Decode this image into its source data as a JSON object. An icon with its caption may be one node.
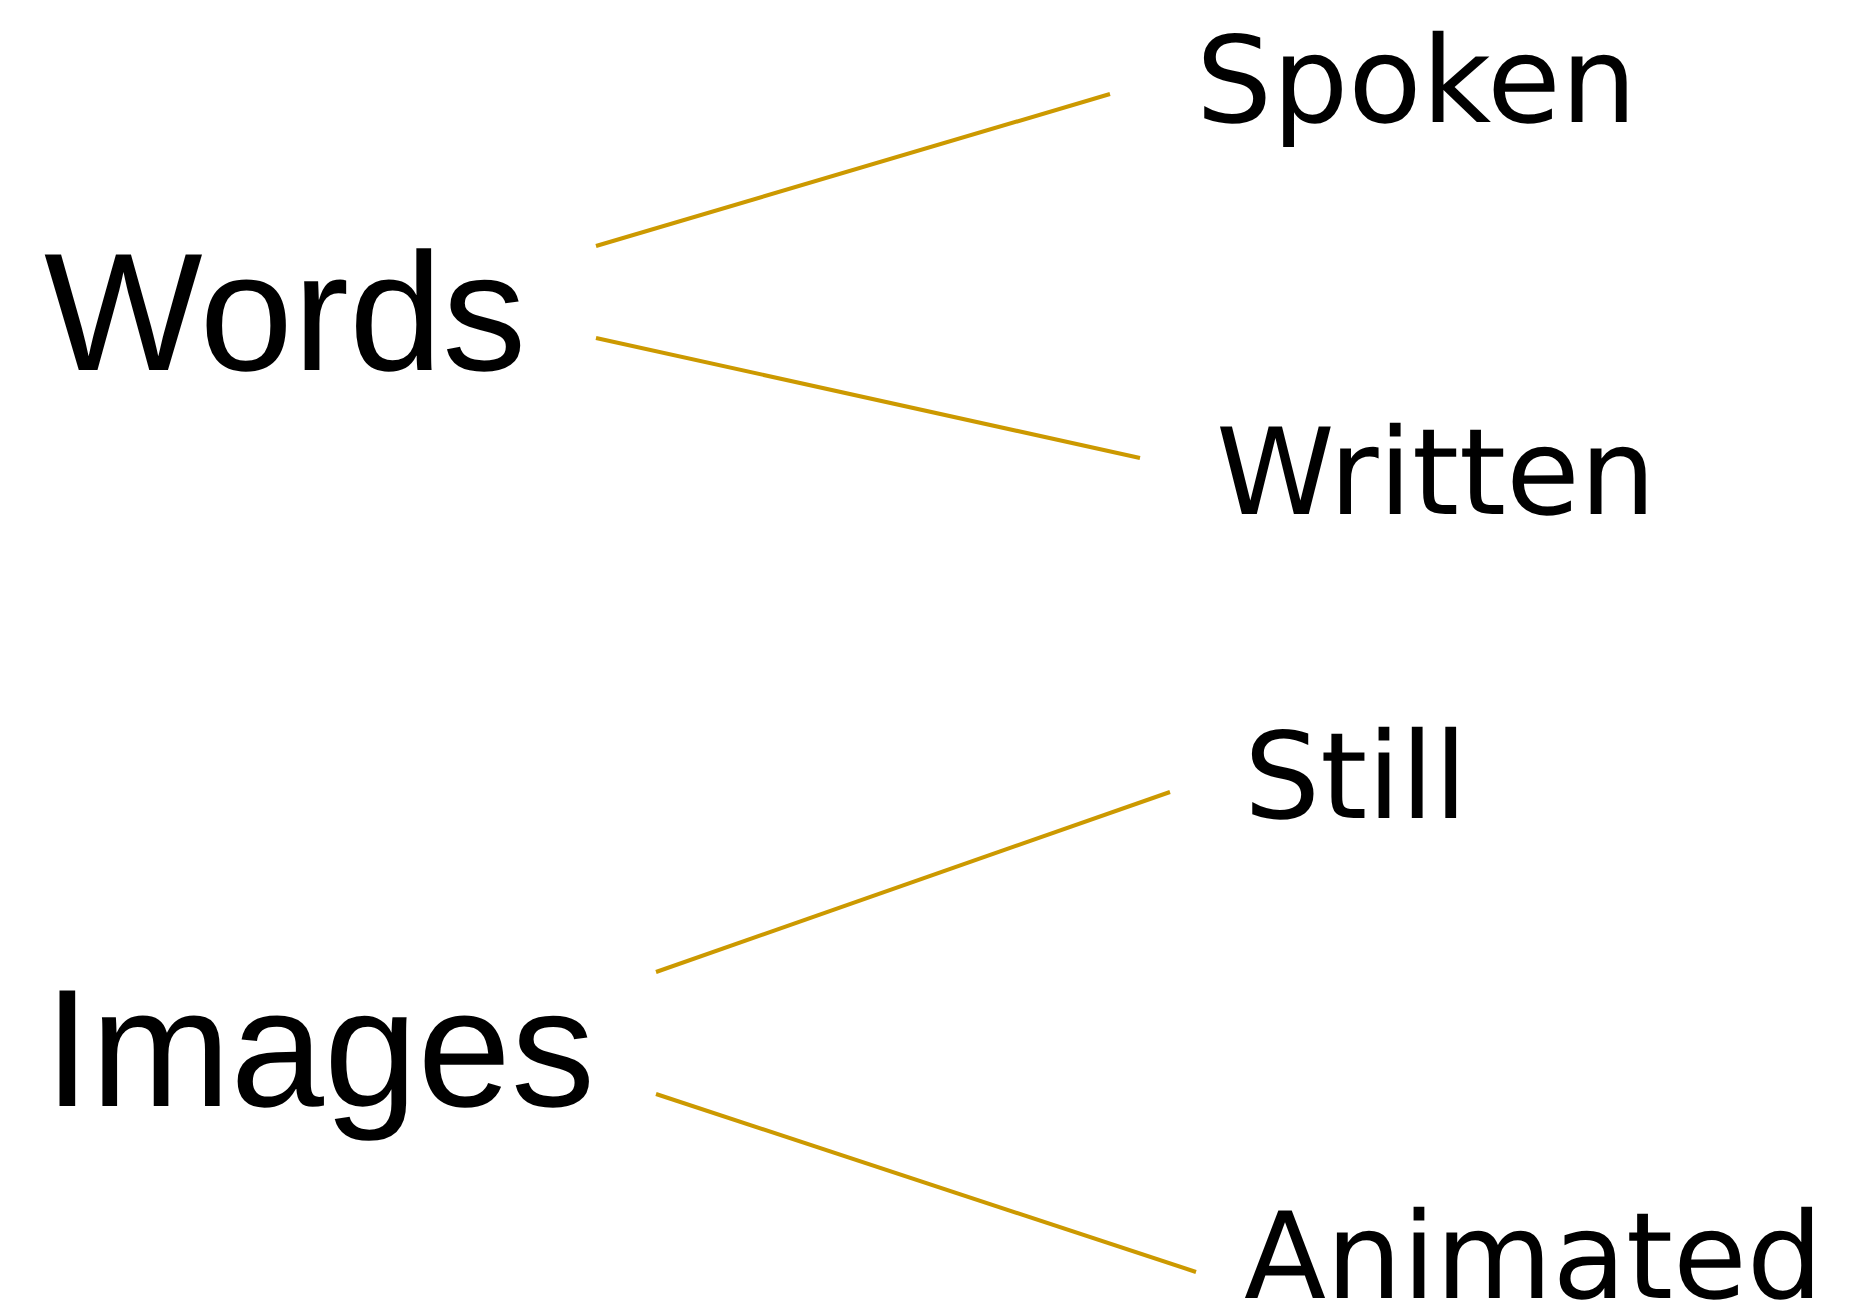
{
  "diagram": {
    "nodes": [
      {
        "text": [
          "Words"
        ]
      },
      {
        "text": [
          "Spoken"
        ]
      },
      {
        "text": [
          "Written"
        ]
      },
      {
        "text": [
          "Images"
        ]
      },
      {
        "text": [
          "Still"
        ]
      },
      {
        "text": [
          "Animated"
        ]
      }
    ],
    "edges": [
      {
        "from": 0,
        "to": 1,
        "arrow": "none"
      },
      {
        "from": 0,
        "to": 2,
        "arrow": "none"
      },
      {
        "from": 3,
        "to": 4,
        "arrow": "none"
      },
      {
        "from": 3,
        "to": 5,
        "arrow": "none"
      }
    ]
  }
}
